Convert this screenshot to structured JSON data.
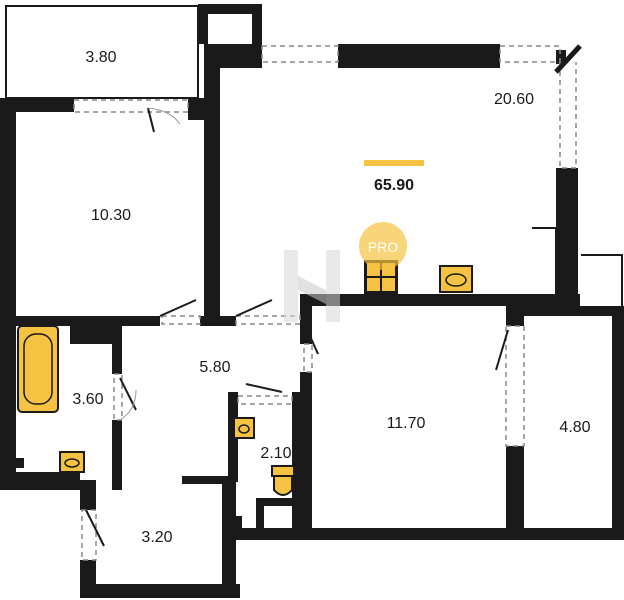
{
  "plan": {
    "total_area": "65.90",
    "rooms": [
      {
        "id": "balcony-top",
        "area": "3.80"
      },
      {
        "id": "living-room",
        "area": "20.60"
      },
      {
        "id": "bedroom",
        "area": "10.30"
      },
      {
        "id": "hallway",
        "area": "5.80"
      },
      {
        "id": "bathroom",
        "area": "3.60"
      },
      {
        "id": "toilet",
        "area": "2.10"
      },
      {
        "id": "bedroom-2",
        "area": "11.70"
      },
      {
        "id": "balcony-right",
        "area": "4.80"
      },
      {
        "id": "entry",
        "area": "3.20"
      }
    ],
    "watermark": {
      "badge_text": "PRO"
    },
    "colors": {
      "wall": "#1a1a1a",
      "fixture": "#f5c242",
      "accent": "#f5c242",
      "watermark": "#d8d8d8",
      "door_arc": "#9a9a9a"
    }
  }
}
